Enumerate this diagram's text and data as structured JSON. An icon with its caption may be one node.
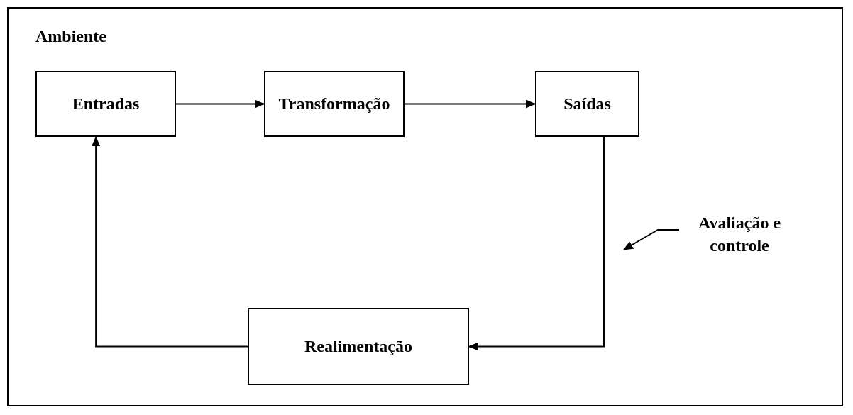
{
  "diagram": {
    "nodes": [
      {
        "text": [
          "Ambiente"
        ]
      },
      {
        "text": [
          "Entradas"
        ],
        "in": 0
      },
      {
        "text": [
          "Transformação"
        ],
        "in": 0
      },
      {
        "text": [
          "Saídas"
        ],
        "in": 0
      },
      {
        "text": [
          "Realimentação"
        ],
        "in": 0
      },
      {
        "text": [
          "Avaliação e controle"
        ],
        "in": 0
      }
    ],
    "edges": [
      {
        "from": 1,
        "to": 2,
        "arrow": "to"
      },
      {
        "from": 2,
        "to": 3,
        "arrow": "to"
      },
      {
        "from": 3,
        "to": 4,
        "arrow": "to"
      },
      {
        "from": 4,
        "to": 1,
        "arrow": "to"
      },
      {
        "from": 5,
        "to": null,
        "arrow": "to"
      }
    ]
  }
}
